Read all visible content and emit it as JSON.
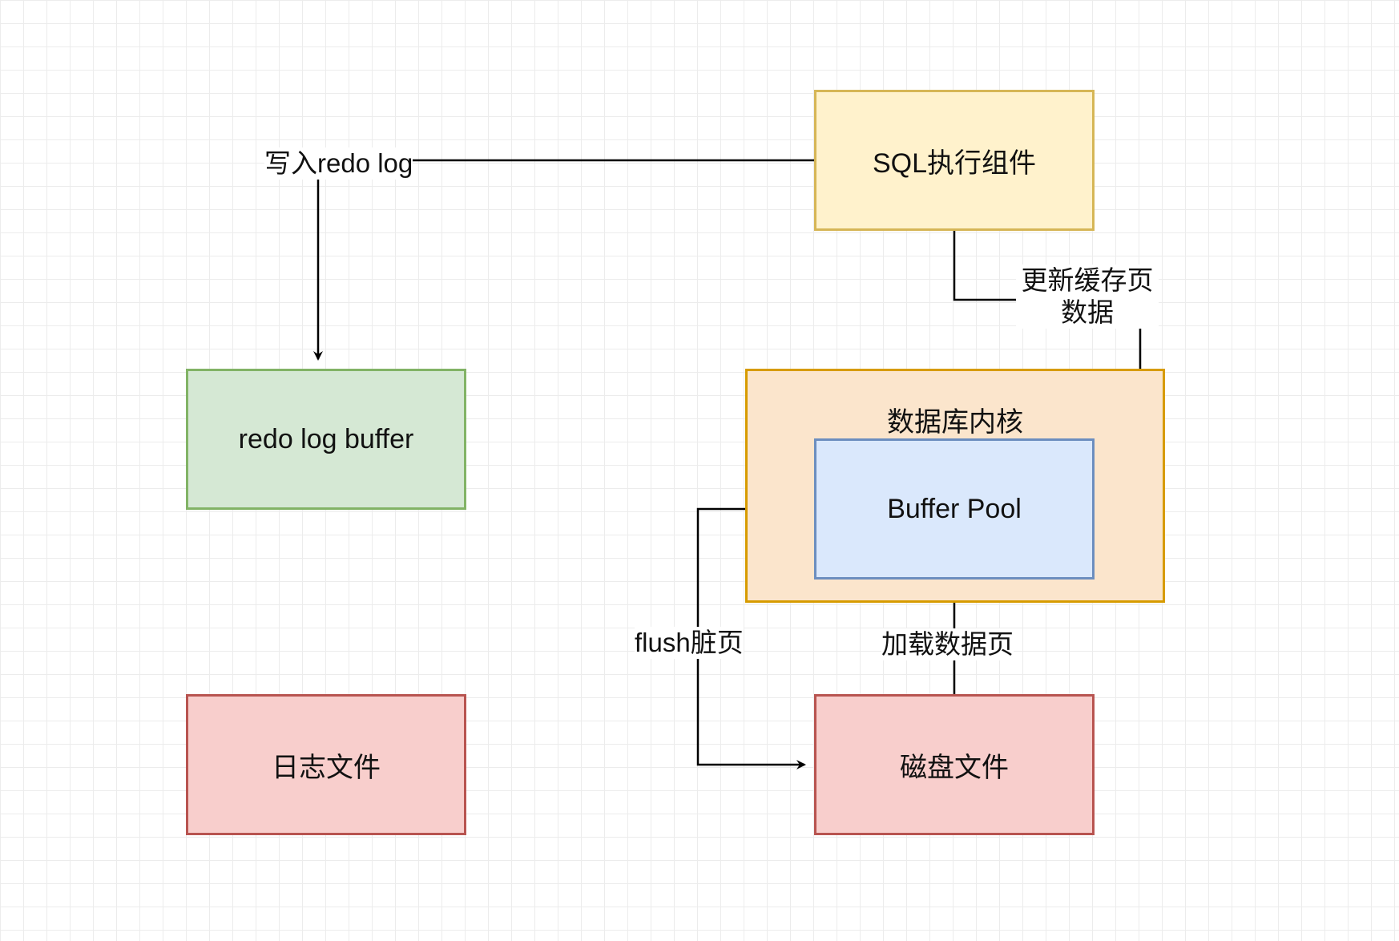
{
  "diagram": {
    "colors": {
      "sql_fill": "#fff2cc",
      "sql_border": "#d6b656",
      "redo_buffer_fill": "#d5e8d4",
      "redo_buffer_border": "#82b366",
      "kernel_fill": "#fbe5cc",
      "kernel_border": "#d79b00",
      "buffer_pool_fill": "#dae8fc",
      "buffer_pool_border": "#6c8ebf",
      "file_fill": "#f8cecc",
      "file_border": "#b85450",
      "edge_color": "#000000"
    },
    "nodes": {
      "sql": {
        "label": "SQL执行组件"
      },
      "redo_buffer": {
        "label": "redo log buffer"
      },
      "kernel": {
        "label": "数据库内核"
      },
      "buffer_pool": {
        "label": "Buffer Pool"
      },
      "log_file": {
        "label": "日志文件"
      },
      "disk_file": {
        "label": "磁盘文件"
      }
    },
    "edges": {
      "write_redo": {
        "label": "写入redo log"
      },
      "update_cache": {
        "line1": "更新缓存页",
        "line2": "数据"
      },
      "flush": {
        "label": "flush脏页"
      },
      "load": {
        "label": "加载数据页"
      }
    }
  }
}
